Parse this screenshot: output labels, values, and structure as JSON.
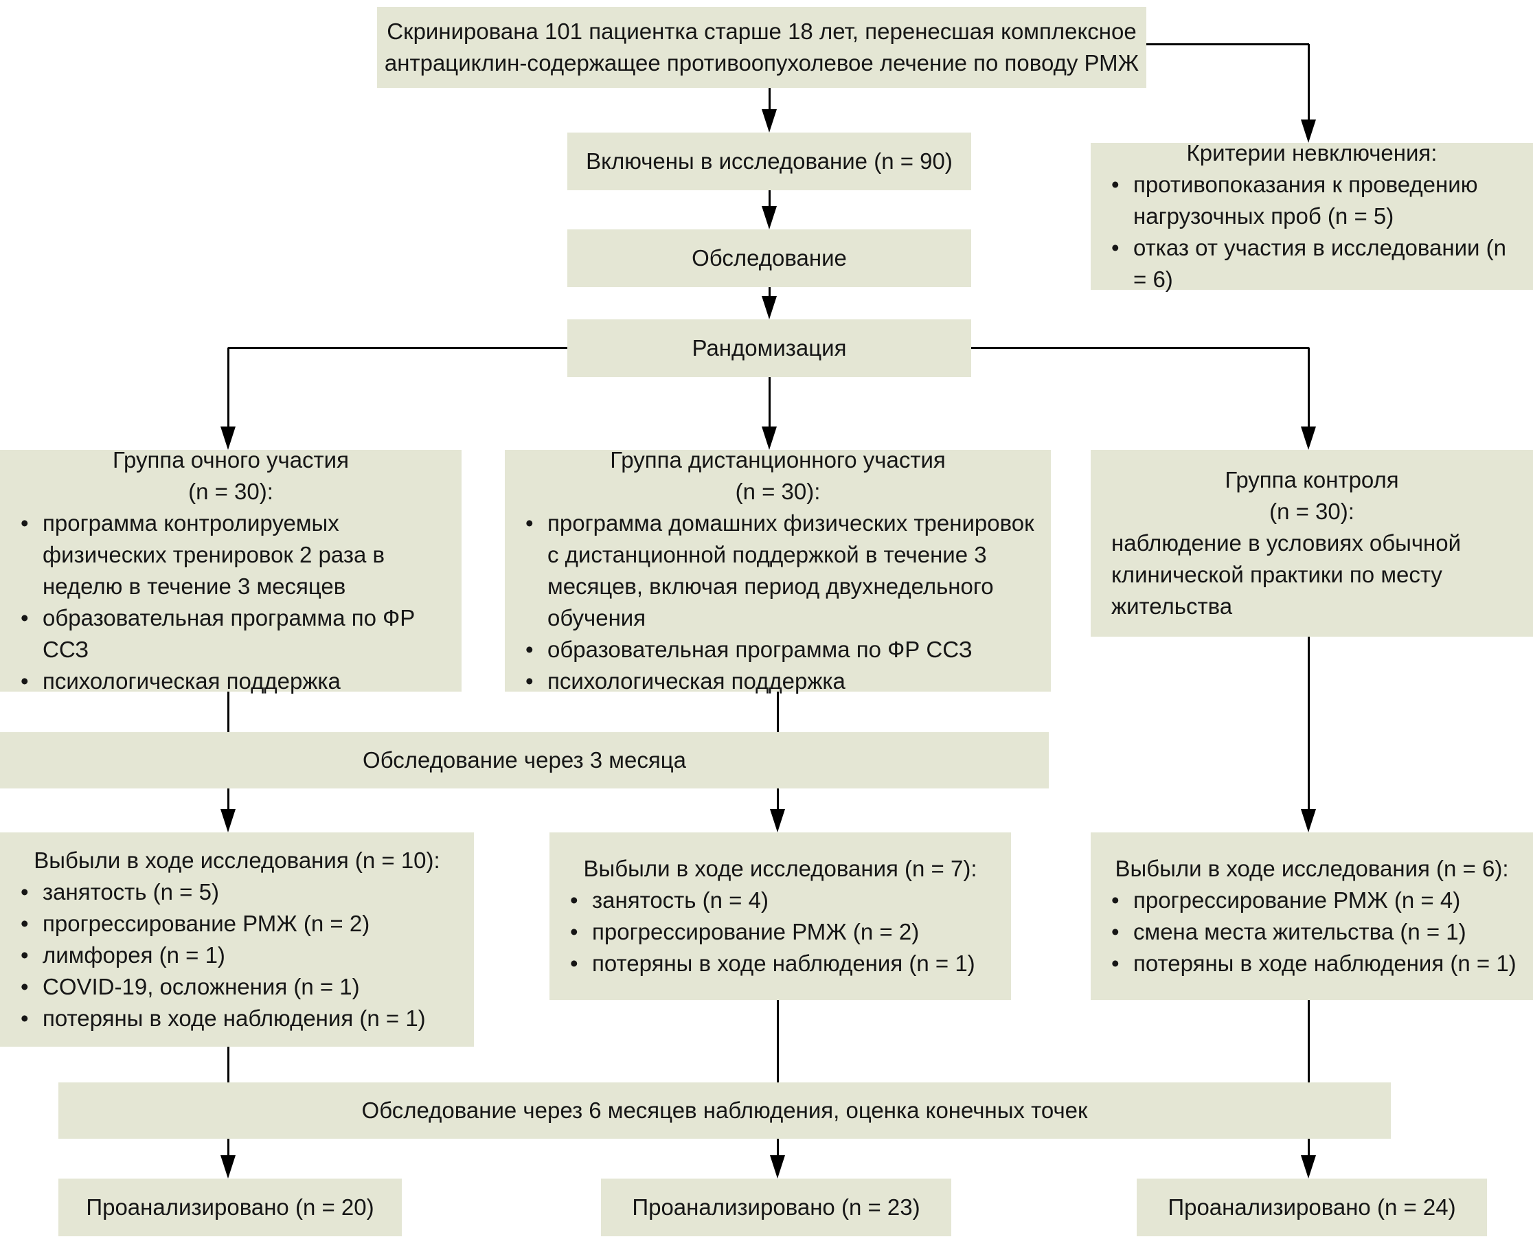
{
  "colors": {
    "box_fill": "#e4e6d4",
    "text": "#161616",
    "line": "#000000",
    "background": "#ffffff"
  },
  "nodes": {
    "screened": {
      "line1": "Скринирована 101 пациентка старше 18 лет, перенесшая комплексное",
      "line2": "антрациклин-содержащее противоопухолевое лечение по поводу РМЖ"
    },
    "included": {
      "label": "Включены в исследование (n = 90)"
    },
    "exclusion": {
      "title": "Критерии невключения:",
      "bullets": [
        "противопоказания к проведению нагрузочных проб (n = 5)",
        "отказ от участия в исследовании (n = 6)"
      ]
    },
    "examination": {
      "label": "Обследование"
    },
    "randomization": {
      "label": "Рандомизация"
    },
    "group_inperson": {
      "title": "Группа очного участия",
      "count": "(n = 30):",
      "bullets": [
        "программа контролируемых физических тренировок 2 раза в неделю в течение 3 месяцев",
        "образовательная программа по ФР ССЗ",
        "психологическая поддержка"
      ]
    },
    "group_remote": {
      "title": "Группа дистанционного участия",
      "count": "(n = 30):",
      "bullets": [
        "программа домашних физических тренировок с дистанционной поддержкой в течение 3 месяцев, включая период двухнедельного обучения",
        "образовательная программа по ФР ССЗ",
        "психологическая поддержка"
      ]
    },
    "group_control": {
      "title": "Группа контроля",
      "count": "(n = 30):",
      "body": "наблюдение в условиях обычной клинической практики по месту жительства"
    },
    "exam_3m": {
      "label": "Обследование через 3 месяца"
    },
    "dropout_inperson": {
      "title": "Выбыли в ходе исследования (n = 10):",
      "bullets": [
        "занятость (n = 5)",
        "прогрессирование РМЖ (n = 2)",
        "лимфорея (n = 1)",
        "COVID-19, осложнения (n = 1)",
        "потеряны в ходе наблюдения (n = 1)"
      ]
    },
    "dropout_remote": {
      "title": "Выбыли в ходе исследования (n = 7):",
      "bullets": [
        "занятость (n = 4)",
        "прогрессирование РМЖ (n = 2)",
        "потеряны в ходе наблюдения (n = 1)"
      ]
    },
    "dropout_control": {
      "title": "Выбыли в ходе исследования (n = 6):",
      "bullets": [
        "прогрессирование РМЖ (n = 4)",
        "смена места жительства (n = 1)",
        "потеряны в ходе наблюдения (n = 1)"
      ]
    },
    "exam_6m": {
      "label": "Обследование через 6 месяцев наблюдения, оценка конечных точек"
    },
    "analyzed_inperson": {
      "label": "Проанализировано (n = 20)"
    },
    "analyzed_remote": {
      "label": "Проанализировано (n = 23)"
    },
    "analyzed_control": {
      "label": "Проанализировано (n = 24)"
    }
  }
}
